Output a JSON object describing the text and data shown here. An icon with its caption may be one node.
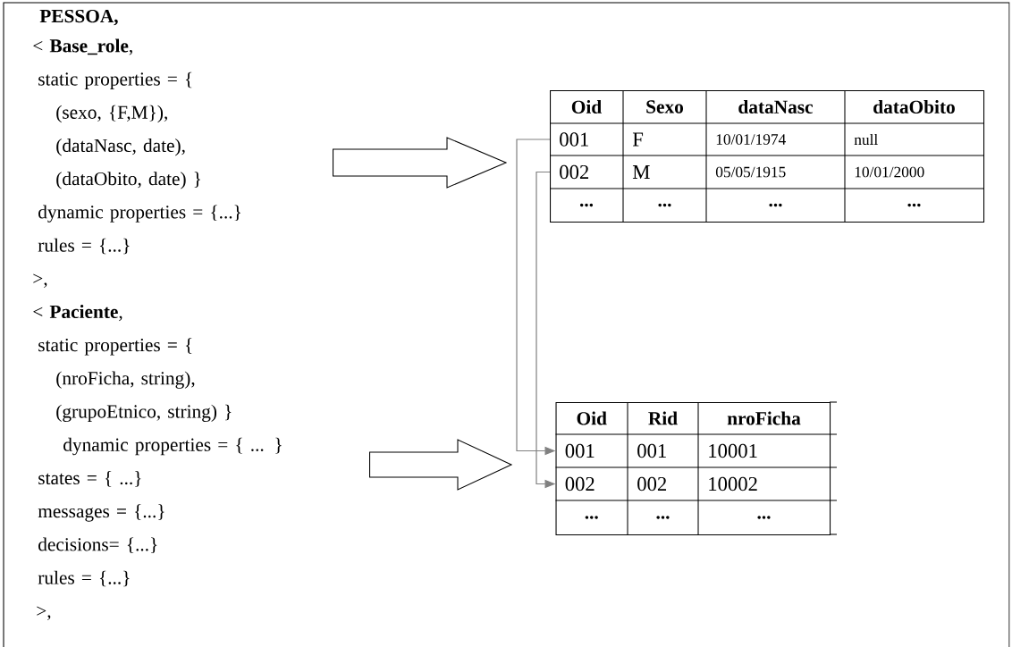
{
  "diagram": {
    "nodes": [
      {
        "text": [
          "< **Base_role**,",
          "static properties = {",
          "(sexo, {F,M}),",
          "(dataNasc, date),",
          "(dataObito, date) }",
          "dynamic properties = {...}",
          "rules = {...}",
          ">,"
        ]
      },
      {
        "text": [
          "< **Paciente**,",
          "static properties = {",
          "(nroFicha, string),",
          "(grupoEtnico, string) }",
          "dynamic properties = { ... }",
          "states = { ...}",
          "messages = {...}",
          "decisions= {...}",
          "rules = {...}",
          ">,"
        ]
      },
      {
        "text": [],
        "shape": "box"
      },
      {
        "text": [
          "001"
        ],
        "in": 2
      },
      {
        "text": [
          "002"
        ],
        "in": 2
      },
      {
        "text": [],
        "shape": "box"
      },
      {
        "text": [
          "001"
        ],
        "in": 5
      },
      {
        "text": [
          "002"
        ],
        "in": 5
      }
    ],
    "edges": [
      {
        "from": 0,
        "to": 2,
        "arrow": "to",
        "style": "thick"
      },
      {
        "from": 1,
        "to": 5,
        "arrow": "to",
        "style": "thick"
      },
      {
        "from": 3,
        "to": 6,
        "arrow": "to",
        "color": "#808080"
      },
      {
        "from": 4,
        "to": 7,
        "arrow": "to",
        "color": "#808080"
      }
    ],
    "labels": [
      "PESSOA,",
      "Oid",
      "Sexo",
      "dataNasc",
      "dataObito",
      "F",
      "10/01/1974",
      "null",
      "M",
      "05/05/1915",
      "10/01/2000",
      "...",
      "...",
      "...",
      "...",
      "Oid",
      "Rid",
      "nroFicha",
      "001",
      "10001",
      "002",
      "10002",
      "...",
      "...",
      "..."
    ]
  }
}
